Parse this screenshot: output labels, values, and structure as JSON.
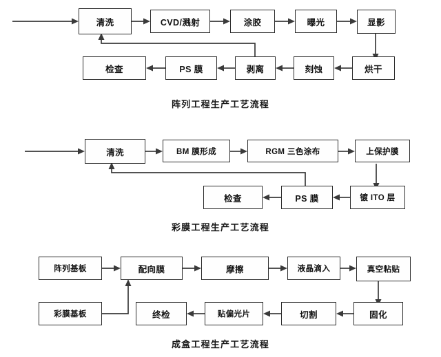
{
  "document": {
    "title": "液晶面板生产工艺流程图",
    "background_color": "#ffffff",
    "box_border_color": "#2b2b2b",
    "line_color": "#3a3a3a",
    "text_color": "#121212"
  },
  "diagrams": [
    {
      "id": "array-process",
      "caption": "阵列工程生产工艺流程",
      "nodes": [
        {
          "id": "a-qingxi",
          "label": "清洗"
        },
        {
          "id": "a-cvd",
          "label": "CVD/溅射"
        },
        {
          "id": "a-tujiao",
          "label": "涂胶"
        },
        {
          "id": "a-baoguang",
          "label": "曝光"
        },
        {
          "id": "a-xianying",
          "label": "显影"
        },
        {
          "id": "a-honggan",
          "label": "烘干"
        },
        {
          "id": "a-keshi",
          "label": "刻蚀"
        },
        {
          "id": "a-boli",
          "label": "剥离"
        },
        {
          "id": "a-psmo",
          "label": "PS 膜"
        },
        {
          "id": "a-jiancha",
          "label": "检查"
        }
      ]
    },
    {
      "id": "color-filter-process",
      "caption": "彩膜工程生产工艺流程",
      "nodes": [
        {
          "id": "c-qingxi",
          "label": "清洗"
        },
        {
          "id": "c-bm",
          "label": "BM 膜形成"
        },
        {
          "id": "c-rgm",
          "label": "RGM 三色涂布"
        },
        {
          "id": "c-baohumo",
          "label": "上保护膜"
        },
        {
          "id": "c-ito",
          "label": "镀 ITO 层"
        },
        {
          "id": "c-psmo",
          "label": "PS 膜"
        },
        {
          "id": "c-jiancha",
          "label": "检查"
        }
      ]
    },
    {
      "id": "cell-assembly-process",
      "caption": "成盒工程生产工艺流程",
      "nodes": [
        {
          "id": "e-zhenlie",
          "label": "阵列基板"
        },
        {
          "id": "e-peixiang",
          "label": "配向膜"
        },
        {
          "id": "e-moca",
          "label": "摩擦"
        },
        {
          "id": "e-yejing",
          "label": "液晶滴入"
        },
        {
          "id": "e-zhenkong",
          "label": "真空粘贴"
        },
        {
          "id": "e-guhua",
          "label": "固化"
        },
        {
          "id": "e-qiege",
          "label": "切割"
        },
        {
          "id": "e-tiepian",
          "label": "贴偏光片"
        },
        {
          "id": "e-zhongjian",
          "label": "终检"
        },
        {
          "id": "e-caimo",
          "label": "彩膜基板"
        }
      ]
    }
  ]
}
